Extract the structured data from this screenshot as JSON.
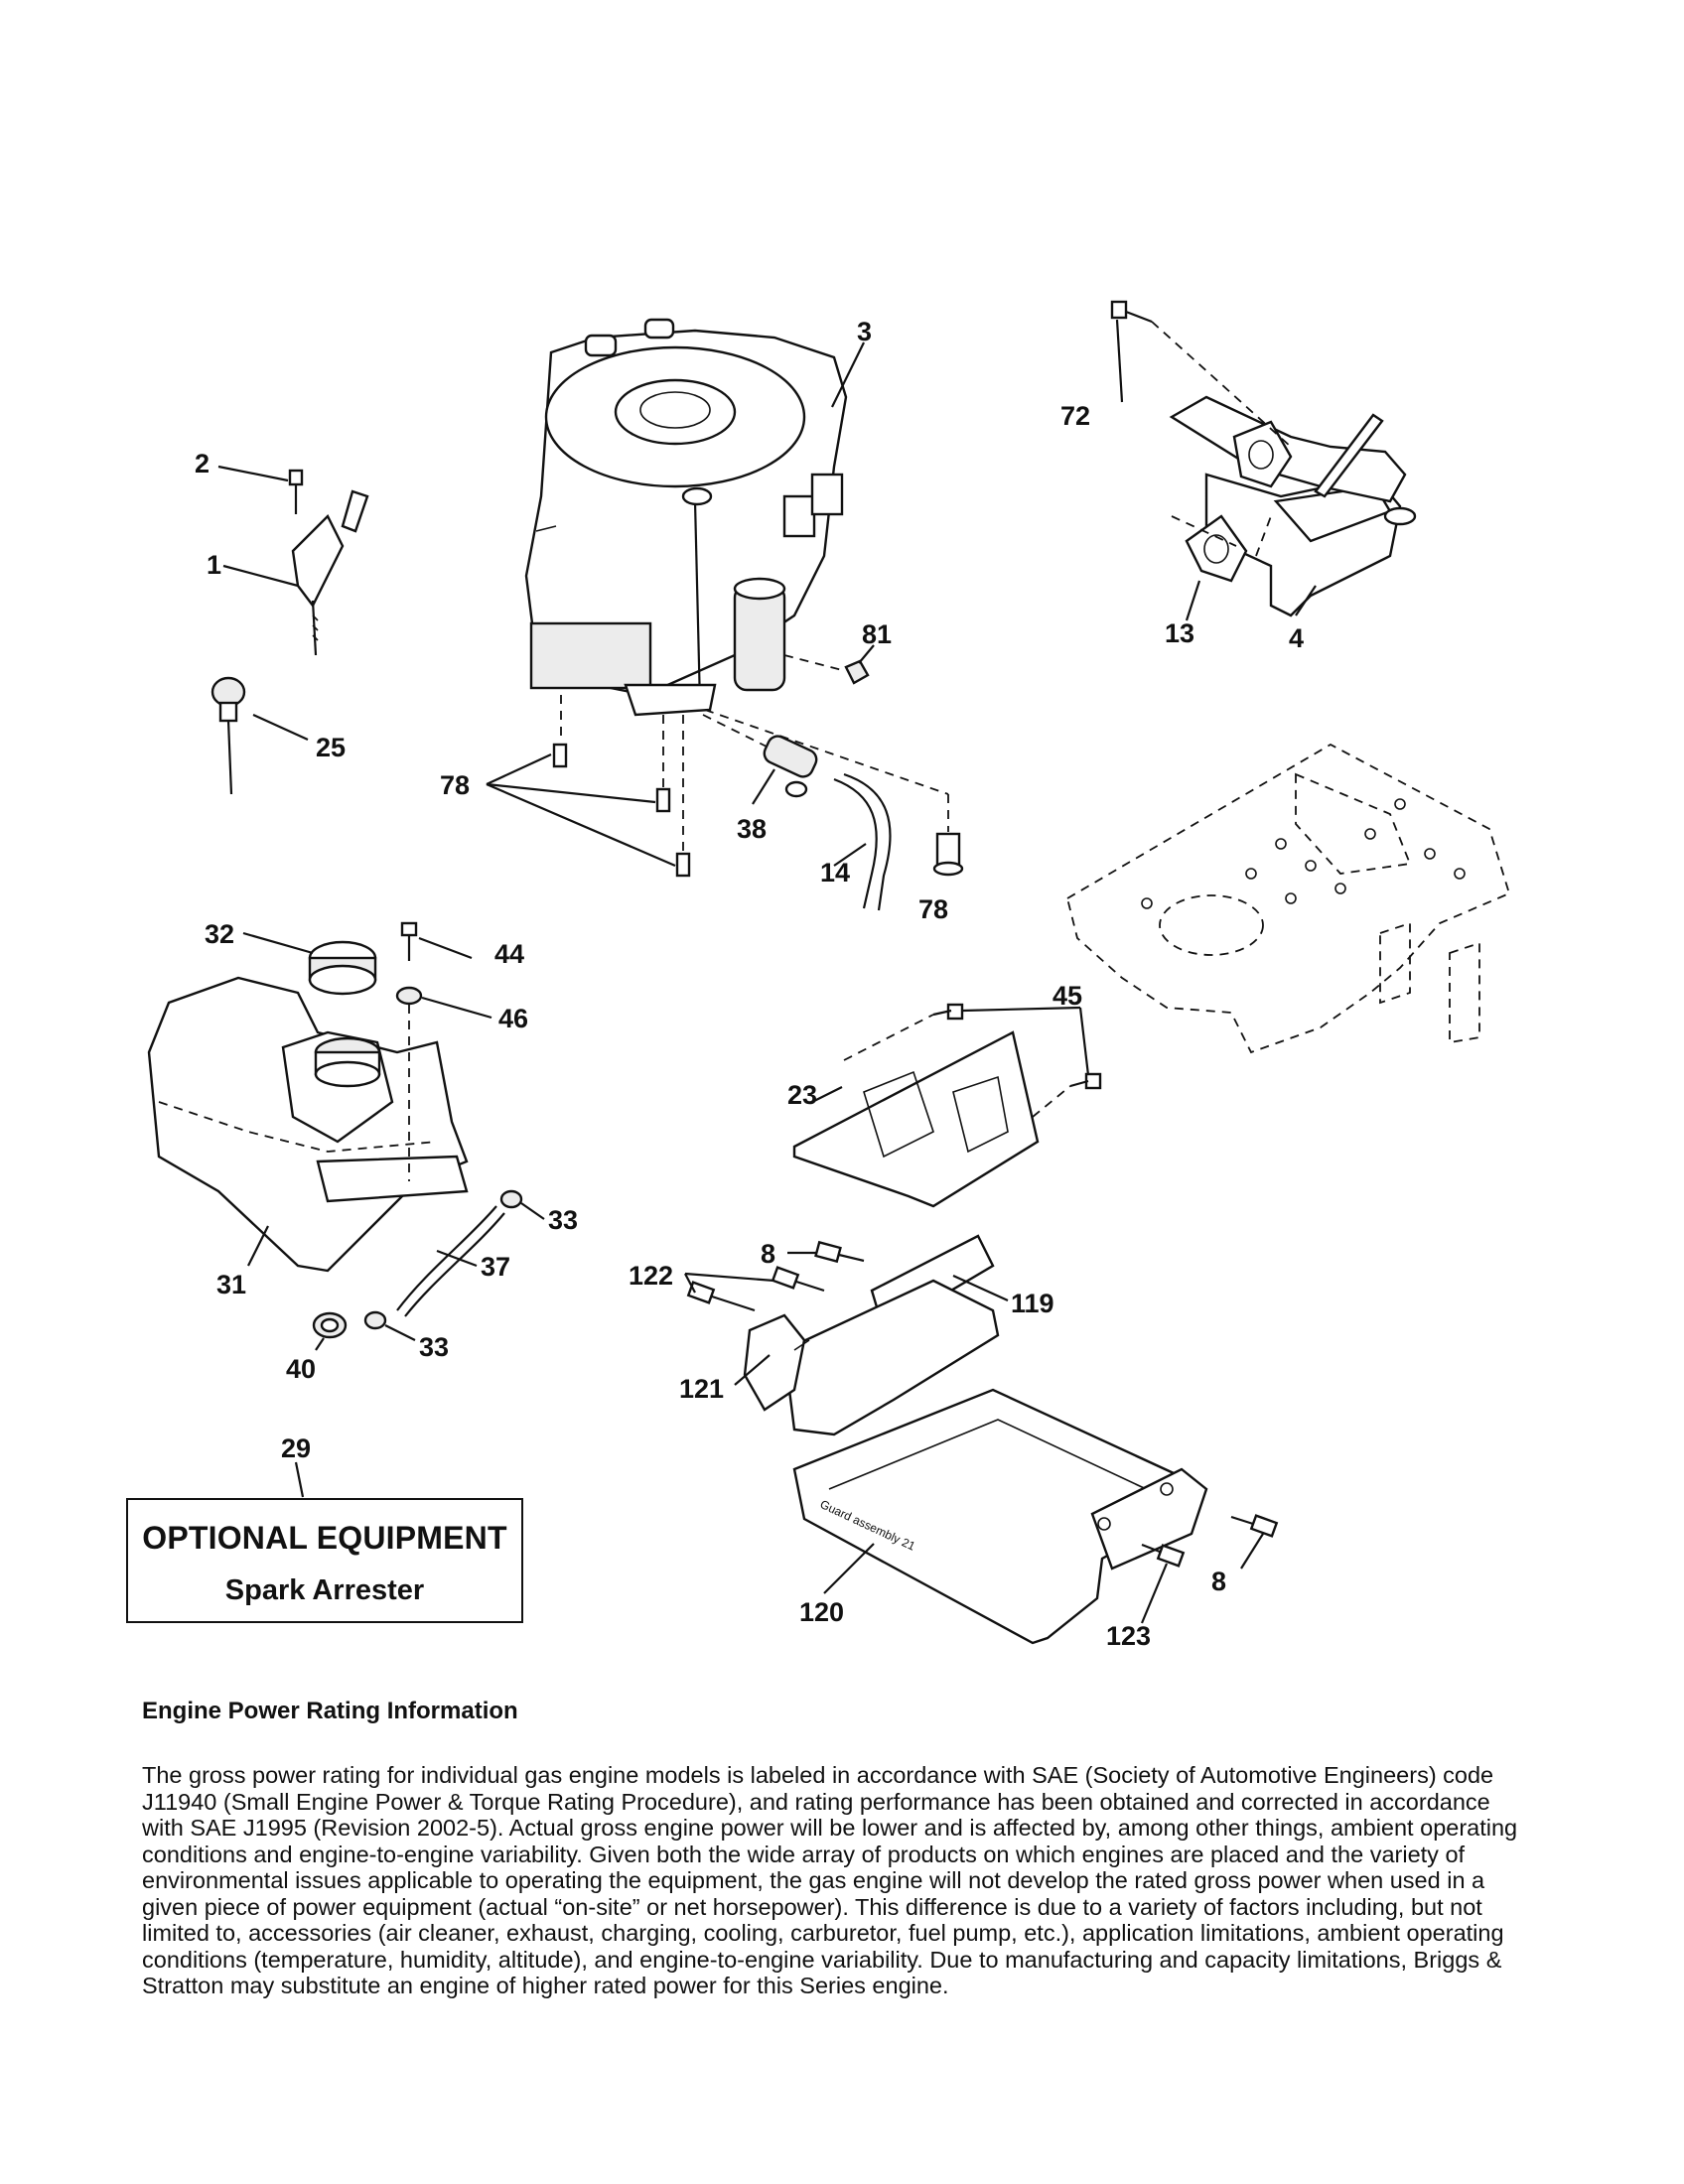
{
  "callouts": {
    "c1": "1",
    "c2": "2",
    "c3": "3",
    "c4": "4",
    "c8a": "8",
    "c8b": "8",
    "c13": "13",
    "c14": "14",
    "c23": "23",
    "c25": "25",
    "c29": "29",
    "c31": "31",
    "c32": "32",
    "c33a": "33",
    "c33b": "33",
    "c37": "37",
    "c38": "38",
    "c40": "40",
    "c44": "44",
    "c45": "45",
    "c46": "46",
    "c72": "72",
    "c78a": "78",
    "c78b": "78",
    "c81": "81",
    "c119": "119",
    "c120": "120",
    "c121": "121",
    "c122": "122",
    "c123": "123"
  },
  "guard_stamp": "Guard assembly 21",
  "optional_box": {
    "title": "OPTIONAL EQUIPMENT",
    "item": "Spark Arrester"
  },
  "rating_section": {
    "heading": "Engine Power Rating Information",
    "body": "The gross power rating for individual gas engine models is labeled in accordance with SAE (Society of Automotive Engineers) code J11940 (Small Engine Power & Torque Rating Procedure), and rating performance has been obtained and corrected in accordance with SAE J1995 (Revision 2002-5). Actual gross engine power will be lower and is affected by, among other things, ambient operating conditions and engine-to-engine variability. Given both the wide array of products on which engines are placed and the variety of environmental issues applicable to operating the equipment, the gas engine will not develop the rated gross power when used in a given piece of power equipment (actual “on-site” or net horsepower). This difference is due to a variety of factors including, but not limited to, accessories (air cleaner, exhaust, charging, cooling, carburetor, fuel pump, etc.), application limitations, ambient operating conditions (temperature, humidity, altitude), and engine-to-engine variability. Due to manufacturing and capacity limitations, Briggs & Stratton may substitute an engine of higher rated power for this Series engine."
  }
}
